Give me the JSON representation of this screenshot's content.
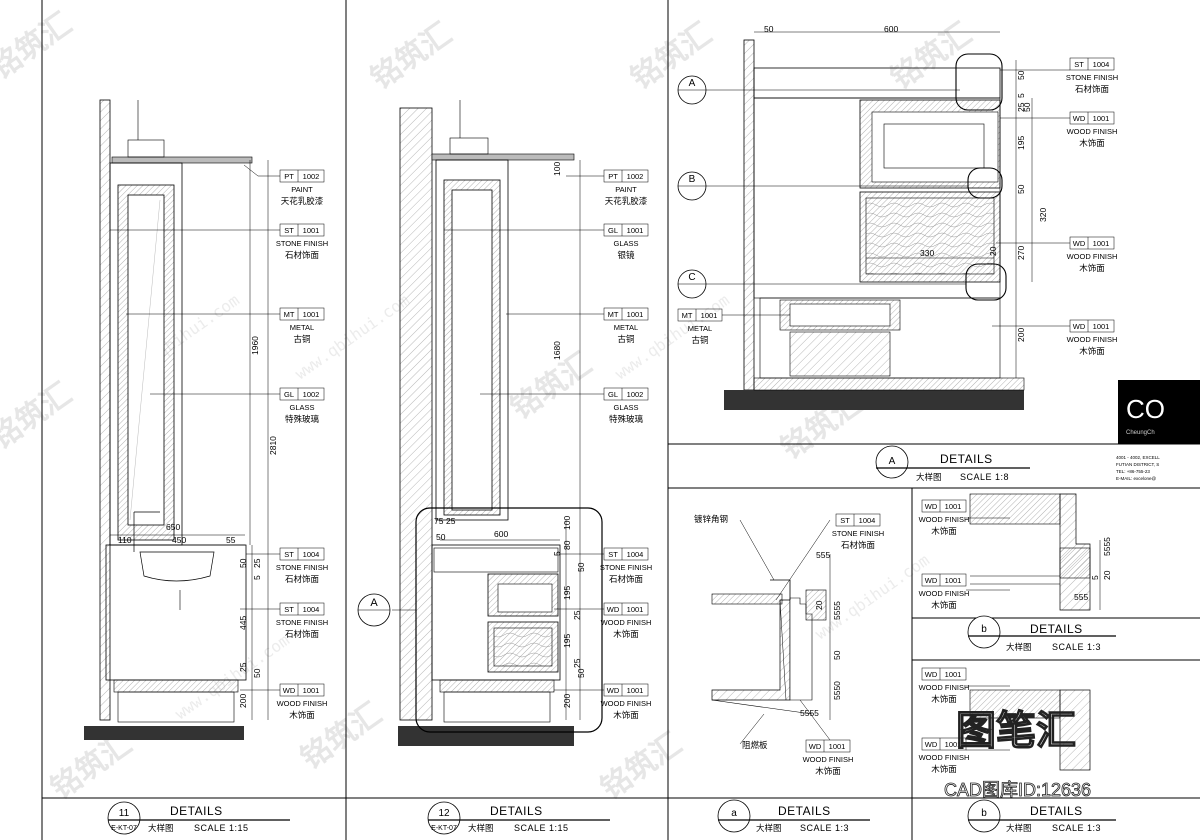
{
  "viewer": {
    "watermark_cn": "铭筑汇",
    "watermark_url": "www.qbihui.com",
    "stamp_logo": "图笔汇",
    "stamp_id": "CAD图库ID:12636"
  },
  "titleblock": {
    "logo_text": "CO",
    "brand_sub": "CheungCh",
    "address_lines": [
      "4001 - 4002, EXCELL",
      "FUTIAN DISTRICT, S",
      "TEL: +86-755-23",
      "E-MAIL: excelone@"
    ]
  },
  "materials": {
    "pt1002": {
      "code": "PT",
      "num": "1002",
      "en": "PAINT",
      "cn": "天花乳胶漆"
    },
    "st1001": {
      "code": "ST",
      "num": "1001",
      "en": "STONE FINISH",
      "cn": "石材饰面"
    },
    "mt1001": {
      "code": "MT",
      "num": "1001",
      "en": "METAL",
      "cn": "古铜"
    },
    "gl1002": {
      "code": "GL",
      "num": "1002",
      "en": "GLASS",
      "cn": "特殊玻璃"
    },
    "st1004": {
      "code": "ST",
      "num": "1004",
      "en": "STONE FINISH",
      "cn": "石材饰面"
    },
    "wd1001": {
      "code": "WD",
      "num": "1001",
      "en": "WOOD FINISH",
      "cn": "木饰面"
    },
    "gl1001": {
      "code": "GL",
      "num": "1001",
      "en": "GLASS",
      "cn": "银镜"
    }
  },
  "notes": {
    "galv_angle": "镀锌角钢",
    "fire_board": "阻燃板"
  },
  "dims": {
    "p1": {
      "h1960": "1960",
      "h2810": "2810",
      "w650": "650",
      "w450": "450",
      "w110": "110",
      "d55": "55",
      "d25": "25",
      "d5": "5",
      "d50": "50",
      "d445": "445",
      "d50b": "50",
      "d200": "200",
      "d25b": "25"
    },
    "p2": {
      "h100": "100",
      "h1680": "1680",
      "w600": "600",
      "w75": "75",
      "w25": "25",
      "w50": "50",
      "d100": "100",
      "d80": "80",
      "d5": "5",
      "d50": "50",
      "d195": "195",
      "d25": "25",
      "d195b": "195",
      "d25b": "25",
      "d50b": "50",
      "d200": "200"
    },
    "p3": {
      "w50": "50",
      "w600": "600",
      "w330": "330",
      "d50": "50",
      "d5": "5",
      "d25": "25",
      "d50b": "50",
      "d195": "195",
      "d50c": "50",
      "d320": "320",
      "d270": "270",
      "d20": "20",
      "d200": "200"
    },
    "pa": {
      "d555": "555",
      "d20": "20",
      "d5555": "5555",
      "d50": "50",
      "d5550": "5550",
      "d5555b": "5555"
    },
    "pb": {
      "d20": "20",
      "d5555": "5555",
      "d5": "5",
      "d555": "555"
    }
  },
  "titles": {
    "t11": {
      "num": "11",
      "ref": "E-KT-07",
      "en": "DETAILS",
      "cn": "大样图",
      "scale": "SCALE 1:15"
    },
    "t12": {
      "num": "12",
      "ref": "E-KT-07",
      "en": "DETAILS",
      "cn": "大样图",
      "scale": "SCALE 1:15"
    },
    "tA": {
      "num": "A",
      "en": "DETAILS",
      "cn": "大样图",
      "scale": "SCALE 1:8"
    },
    "ta": {
      "num": "a",
      "en": "DETAILS",
      "cn": "大样图",
      "scale": "SCALE 1:3"
    },
    "tb1": {
      "num": "b",
      "en": "DETAILS",
      "cn": "大样图",
      "scale": "SCALE 1:3"
    },
    "tb2": {
      "num": "b",
      "en": "DETAILS",
      "cn": "大样图",
      "scale": "SCALE 1:3"
    }
  },
  "callouts": {
    "A": "A",
    "B": "B",
    "C": "C"
  }
}
